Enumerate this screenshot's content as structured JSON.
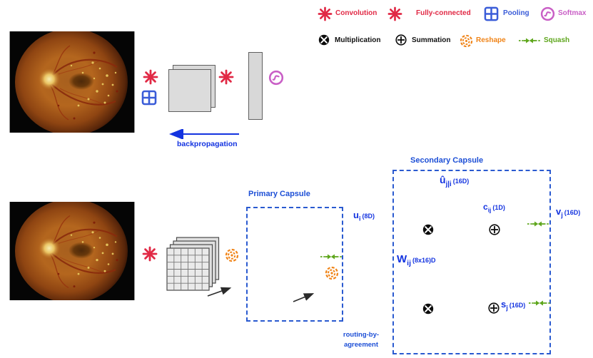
{
  "figure": {
    "legend": {
      "row1": [
        {
          "icon": "convolution-asterisk-icon",
          "label": "Convolution",
          "color": "#e12945"
        },
        {
          "icon": "fully-connected-asterisk-icon",
          "label": "Fully-connected",
          "color": "#e12945"
        },
        {
          "icon": "pooling-icon",
          "label": "Pooling",
          "color": "#3a5cd8"
        },
        {
          "icon": "softmax-icon",
          "label": "Softmax",
          "color": "#c95fc6"
        }
      ],
      "row2": [
        {
          "icon": "multiplication-icon",
          "label": "Multiplication",
          "color": "#111111"
        },
        {
          "icon": "summation-icon",
          "label": "Summation",
          "color": "#111111"
        },
        {
          "icon": "reshape-icon",
          "label": "Reshape",
          "color": "#f08418"
        },
        {
          "icon": "squash-icon",
          "label": "Squash",
          "color": "#5ea61c"
        }
      ]
    },
    "cnn_branch": {
      "backpropagation_label": "backpropagation"
    },
    "capsule_branch": {
      "primary_capsule_title": "Primary Capsule",
      "secondary_capsule_title": "Secondary Capsule",
      "routing_line1": "routing-by-",
      "routing_line2": "agreement",
      "u": {
        "sym": "u",
        "sub": "i",
        "dim": "(8D)"
      },
      "u_hat": {
        "sym": "û",
        "sub": "j|i",
        "dim": "(16D)"
      },
      "c": {
        "sym": "c",
        "sub": "ij",
        "dim": "(1D)"
      },
      "W": {
        "sym": "W",
        "sub": "ij",
        "dim": "(8x16)D"
      },
      "s": {
        "sym": "s",
        "sub": "j",
        "dim": "(16D)"
      },
      "v": {
        "sym": "v",
        "sub": "j",
        "dim": "(16D)"
      }
    }
  }
}
